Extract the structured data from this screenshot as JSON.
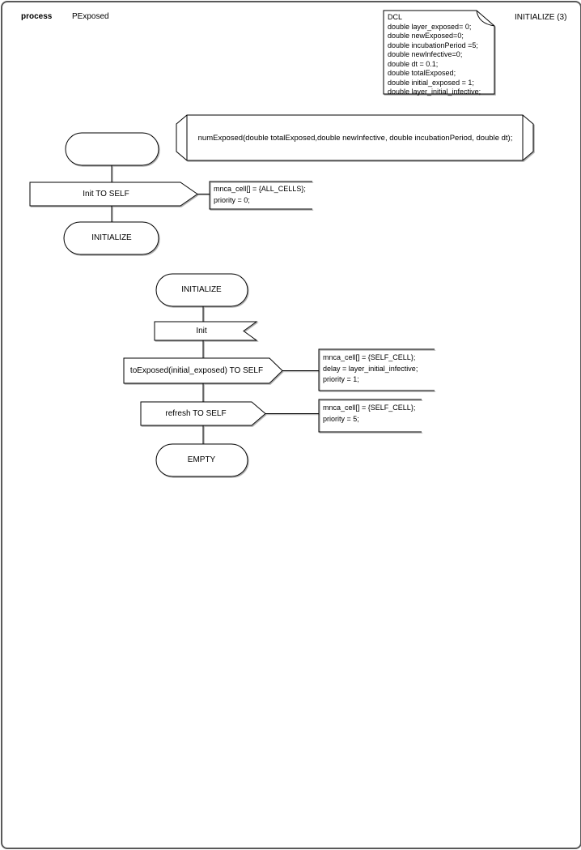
{
  "header": {
    "kind_label": "process",
    "name": "PExposed"
  },
  "dcl_note": {
    "text": "DCL\ndouble layer_exposed= 0;\ndouble newExposed=0;\ndouble incubationPeriod =5;\ndouble newInfective=0;\ndouble dt = 0.1;\ndouble totalExposed;\ndouble initial_exposed = 1;\ndouble layer_initial_infective;"
  },
  "corner_tag": "INITIALIZE (3)",
  "signature": "numExposed(double totalExposed,double newInfective, double incubationPeriod, double dt);",
  "flow1": {
    "start_state": "",
    "output_init": "Init TO SELF",
    "output_init_comment": "mnca_cell[] = {ALL_CELLS};\npriority = 0;",
    "state_initialize": "INITIALIZE"
  },
  "flow2": {
    "state_initialize": "INITIALIZE",
    "input_init": "Init",
    "output_toexposed": "toExposed(initial_exposed) TO SELF",
    "output_toexposed_comment": "mnca_cell[] = {SELF_CELL};\ndelay = layer_initial_infective;\npriority = 1;",
    "output_refresh": "refresh TO SELF",
    "output_refresh_comment": "mnca_cell[] = {SELF_CELL};\npriority = 5;",
    "state_empty": "EMPTY"
  },
  "colors": {
    "line": "#000000",
    "shadow": "#999999",
    "background": "#ffffff"
  }
}
